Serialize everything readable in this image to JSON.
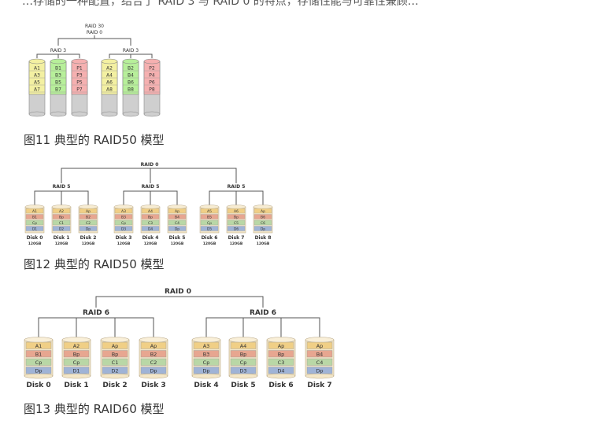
{
  "top_text": "…存储的一种配置，结合了 RAID 3 与 RAID 0 的特点，存储性能与可靠性兼顾…",
  "figure11": {
    "root_label_1": "RAID 30",
    "root_label_2": "RAID 0",
    "group_labels": [
      "RAID 3",
      "RAID 3"
    ],
    "disks": [
      {
        "color": "yellow",
        "blocks": [
          "A1",
          "A3",
          "A5",
          "A7"
        ]
      },
      {
        "color": "green",
        "blocks": [
          "B1",
          "B3",
          "B5",
          "B7"
        ]
      },
      {
        "color": "red",
        "blocks": [
          "P1",
          "P3",
          "P5",
          "P7"
        ]
      },
      {
        "color": "yellow",
        "blocks": [
          "A2",
          "A4",
          "A6",
          "A8"
        ]
      },
      {
        "color": "green",
        "blocks": [
          "B2",
          "B4",
          "B6",
          "B8"
        ]
      },
      {
        "color": "red",
        "blocks": [
          "P2",
          "P4",
          "P6",
          "P8"
        ]
      }
    ],
    "caption": "图11 典型的 RAID50 模型"
  },
  "figure12": {
    "root_label": "RAID 0",
    "group_labels": [
      "RAID 5",
      "RAID 5",
      "RAID 5"
    ],
    "disks": [
      {
        "name": "Disk 0",
        "size": "120GB",
        "blocks": [
          "A1",
          "B1",
          "Cp",
          "D1"
        ]
      },
      {
        "name": "Disk 1",
        "size": "120GB",
        "blocks": [
          "A2",
          "Bp",
          "C1",
          "D2"
        ]
      },
      {
        "name": "Disk 2",
        "size": "120GB",
        "blocks": [
          "Ap",
          "B2",
          "C2",
          "Dp"
        ]
      },
      {
        "name": "Disk 3",
        "size": "120GB",
        "blocks": [
          "A3",
          "B3",
          "Cp",
          "D3"
        ]
      },
      {
        "name": "Disk 4",
        "size": "120GB",
        "blocks": [
          "A4",
          "Bp",
          "C3",
          "D4"
        ]
      },
      {
        "name": "Disk 5",
        "size": "120GB",
        "blocks": [
          "Ap",
          "B4",
          "C4",
          "Dp"
        ]
      },
      {
        "name": "Disk 6",
        "size": "120GB",
        "blocks": [
          "A5",
          "B5",
          "Cp",
          "D5"
        ]
      },
      {
        "name": "Disk 7",
        "size": "120GB",
        "blocks": [
          "A6",
          "Bp",
          "C5",
          "D6"
        ]
      },
      {
        "name": "Disk 8",
        "size": "120GB",
        "blocks": [
          "Ap",
          "B6",
          "C6",
          "Dp"
        ]
      }
    ],
    "caption": "图12 典型的 RAID50 模型"
  },
  "figure13": {
    "root_label": "RAID 0",
    "group_labels": [
      "RAID 6",
      "RAID 6"
    ],
    "disks": [
      {
        "name": "Disk 0",
        "blocks": [
          "A1",
          "B1",
          "Cp",
          "Dp"
        ]
      },
      {
        "name": "Disk 1",
        "blocks": [
          "A2",
          "Bp",
          "Cp",
          "D1"
        ]
      },
      {
        "name": "Disk 2",
        "blocks": [
          "Ap",
          "Bp",
          "C1",
          "D2"
        ]
      },
      {
        "name": "Disk 3",
        "blocks": [
          "Ap",
          "B2",
          "C2",
          "Dp"
        ]
      },
      {
        "name": "Disk 4",
        "blocks": [
          "A3",
          "B3",
          "Cp",
          "Dp"
        ]
      },
      {
        "name": "Disk 5",
        "blocks": [
          "A4",
          "Bp",
          "Cp",
          "D3"
        ]
      },
      {
        "name": "Disk 6",
        "blocks": [
          "Ap",
          "Bp",
          "C3",
          "D4"
        ]
      },
      {
        "name": "Disk 7",
        "blocks": [
          "Ap",
          "B4",
          "C4",
          "Dp"
        ]
      }
    ],
    "caption": "图13 典型的 RAID60 模型"
  },
  "colors": {
    "yellow": "#f3f0a2",
    "green": "#b7ef9a",
    "red": "#f5b0b0",
    "cyl_gray": "#cfcfcf",
    "rowA": "#f0cf86",
    "rowB": "#e7a690",
    "rowC": "#b9d7a6",
    "rowD": "#9fb3d6",
    "line": "#555555"
  }
}
